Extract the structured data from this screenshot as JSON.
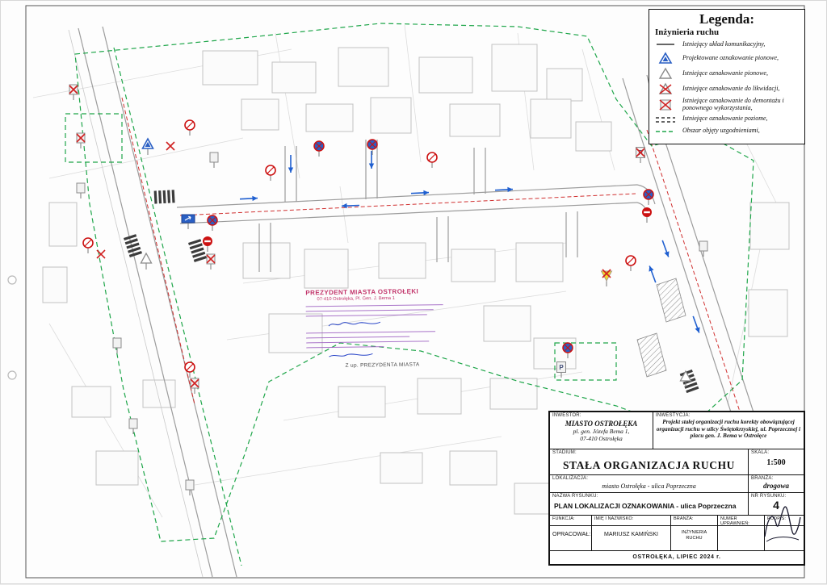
{
  "legend": {
    "title": "Legenda:",
    "subtitle": "Inżynieria ruchu",
    "items": [
      {
        "label": "Istniejący układ komunikacyjny,"
      },
      {
        "label": "Projektowane oznakowanie pionowe,"
      },
      {
        "label": "Istniejące oznakowanie pionowe,"
      },
      {
        "label": "Istniejące oznakowanie do likwidacji,"
      },
      {
        "label": "Istniejące oznakowanie do demontażu i ponownego wykorzystania,"
      },
      {
        "label": "Istniejące oznakowanie poziome,"
      },
      {
        "label": "Obszar objęty uzgodnieniami,"
      }
    ]
  },
  "stamp": {
    "office_line1": "PREZYDENT MIASTA OSTROŁĘKI",
    "office_line2": "07-410 Ostrołęka, Pl. Gen. J. Bema 1",
    "closing": "Z up. PREZYDENTA MIASTA"
  },
  "icons": {
    "parking_glyph": "P"
  },
  "title_block": {
    "investor_label": "INWESTOR:",
    "investor_name": "MIASTO OSTROŁĘKA",
    "investor_address1": "pl. gen. Józefa Bema 1,",
    "investor_address2": "07-410 Ostrołęka",
    "investment_label": "INWESTYCJA:",
    "investment_text": "Projekt stałej organizacji ruchu korekty obowiązującej organizacji ruchu w ulicy Świętokrzyskiej, ul. Poprzecznej i placu gen. J. Bema w Ostrołęce",
    "stage_label": "STADIUM:",
    "stage_value": "STAŁA ORGANIZACJA RUCHU",
    "scale_label": "SKALA:",
    "scale_value": "1:500",
    "location_label": "LOKALIZACJA:",
    "location_value": "miasto Ostrołęka - ulica Poprzeczna",
    "branch_label": "BRANŻA:",
    "branch_value": "drogowa",
    "drawing_name_label": "NAZWA RYSUNKU:",
    "drawing_name_value": "PLAN LOKALIZACJI OZNAKOWANIA - ulica Poprzeczna",
    "drawing_no_label": "NR RYSUNKU:",
    "drawing_no_value": "4",
    "function_label": "FUNKCJA:",
    "name_label": "IMIĘ I NAZWISKO:",
    "branch2_label": "BRANŻA:",
    "permit_label": "NUMER UPRAWNIEŃ:",
    "signature_label": "PODPIS:",
    "function_value": "OPRACOWAŁ:",
    "name_value": "MARIUSZ KAMIŃSKI",
    "branch2_value": "INŻYNIERIA RUCHU",
    "footer": "OSTROŁĘKA, LIPIEC 2024 r."
  },
  "colors": {
    "agreed_area_green": "#1fa64a",
    "existing_marking_red": "#d02020",
    "proposed_sign_blue": "#2a5fc4",
    "stamp_purple": "#9a5cc0"
  }
}
